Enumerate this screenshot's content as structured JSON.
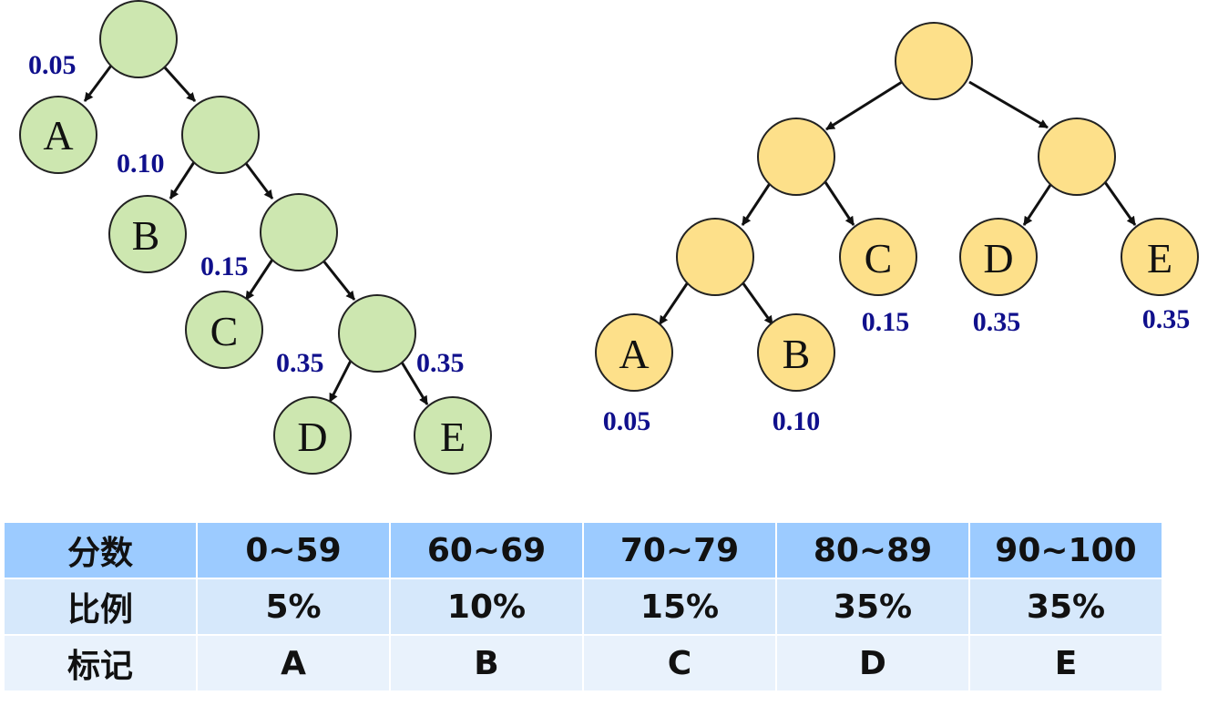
{
  "colors": {
    "left_tree_fill": "#cde7b0",
    "right_tree_fill": "#fde08a",
    "node_stroke": "#222222",
    "edge": "#111111",
    "probability_text": "#10108c"
  },
  "left_tree": {
    "leaves": [
      "A",
      "B",
      "C",
      "D",
      "E"
    ],
    "probabilities": [
      "0.05",
      "0.10",
      "0.15",
      "0.35",
      "0.35"
    ]
  },
  "right_tree": {
    "leaves": [
      "A",
      "B",
      "C",
      "D",
      "E"
    ],
    "probabilities": [
      "0.05",
      "0.10",
      "0.15",
      "0.35",
      "0.35"
    ]
  },
  "table": {
    "rows": [
      {
        "header": "分数",
        "cells": [
          "0~59",
          "60~69",
          "70~79",
          "80~89",
          "90~100"
        ]
      },
      {
        "header": "比例",
        "cells": [
          "5%",
          "10%",
          "15%",
          "35%",
          "35%"
        ]
      },
      {
        "header": "标记",
        "cells": [
          "A",
          "B",
          "C",
          "D",
          "E"
        ]
      }
    ]
  }
}
